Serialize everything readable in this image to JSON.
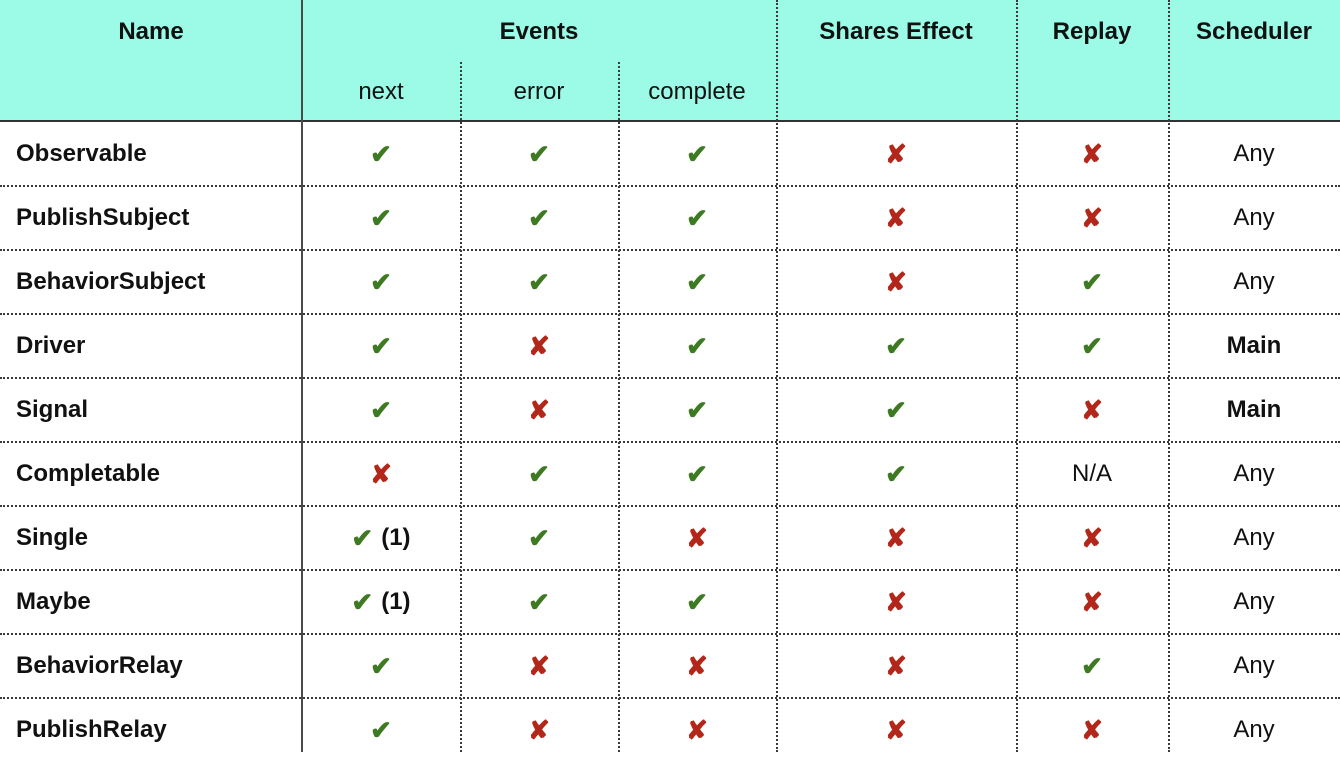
{
  "headers": {
    "name": "Name",
    "events": "Events",
    "shares_effect": "Shares Effect",
    "replay": "Replay",
    "scheduler": "Scheduler",
    "sub": {
      "next": "next",
      "error": "error",
      "complete": "complete"
    }
  },
  "symbols": {
    "yes": "✔",
    "no": "✘"
  },
  "colors": {
    "header_bg": "#9bfbe6",
    "yes": "#3d7a22",
    "no": "#b3271a"
  },
  "rows": [
    {
      "name": "Observable",
      "next": "yes",
      "next_note": "",
      "error": "yes",
      "complete": "yes",
      "shares_effect": "no",
      "replay": "no",
      "replay_text": "",
      "scheduler": "Any",
      "scheduler_bold": false
    },
    {
      "name": "PublishSubject",
      "next": "yes",
      "next_note": "",
      "error": "yes",
      "complete": "yes",
      "shares_effect": "no",
      "replay": "no",
      "replay_text": "",
      "scheduler": "Any",
      "scheduler_bold": false
    },
    {
      "name": "BehaviorSubject",
      "next": "yes",
      "next_note": "",
      "error": "yes",
      "complete": "yes",
      "shares_effect": "no",
      "replay": "yes",
      "replay_text": "",
      "scheduler": "Any",
      "scheduler_bold": false
    },
    {
      "name": "Driver",
      "next": "yes",
      "next_note": "",
      "error": "no",
      "complete": "yes",
      "shares_effect": "yes",
      "replay": "yes",
      "replay_text": "",
      "scheduler": "Main",
      "scheduler_bold": true
    },
    {
      "name": "Signal",
      "next": "yes",
      "next_note": "",
      "error": "no",
      "complete": "yes",
      "shares_effect": "yes",
      "replay": "no",
      "replay_text": "",
      "scheduler": "Main",
      "scheduler_bold": true
    },
    {
      "name": "Completable",
      "next": "no",
      "next_note": "",
      "error": "yes",
      "complete": "yes",
      "shares_effect": "yes",
      "replay": "text",
      "replay_text": "N/A",
      "scheduler": "Any",
      "scheduler_bold": false
    },
    {
      "name": "Single",
      "next": "yes",
      "next_note": "(1)",
      "error": "yes",
      "complete": "no",
      "shares_effect": "no",
      "replay": "no",
      "replay_text": "",
      "scheduler": "Any",
      "scheduler_bold": false
    },
    {
      "name": "Maybe",
      "next": "yes",
      "next_note": "(1)",
      "error": "yes",
      "complete": "yes",
      "shares_effect": "no",
      "replay": "no",
      "replay_text": "",
      "scheduler": "Any",
      "scheduler_bold": false
    },
    {
      "name": "BehaviorRelay",
      "next": "yes",
      "next_note": "",
      "error": "no",
      "complete": "no",
      "shares_effect": "no",
      "replay": "yes",
      "replay_text": "",
      "scheduler": "Any",
      "scheduler_bold": false
    },
    {
      "name": "PublishRelay",
      "next": "yes",
      "next_note": "",
      "error": "no",
      "complete": "no",
      "shares_effect": "no",
      "replay": "no",
      "replay_text": "",
      "scheduler": "Any",
      "scheduler_bold": false
    }
  ]
}
